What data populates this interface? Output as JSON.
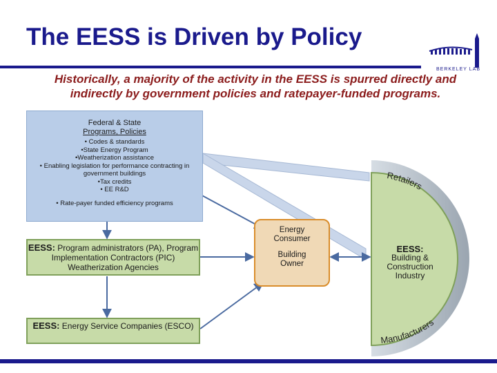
{
  "slide": {
    "title": "The EESS is Driven by Policy",
    "subtitle": "Historically,  a majority of the activity in the EESS is spurred directly and indirectly by government policies and ratepayer-funded programs.",
    "logo_text": "BERKELEY LAB"
  },
  "policy_box": {
    "heading_line1": "Federal & State",
    "heading_line2": "Programs, Policies",
    "items": [
      "• Codes & standards",
      "•State Energy Program",
      "•Weatherization assistance",
      "•  Enabling legislation for performance contracting in government buildings",
      "•Tax credits",
      "• EE R&D"
    ],
    "last_item": "• Rate-payer funded efficiency programs"
  },
  "pa_box": {
    "lead": "EESS:",
    "text": " Program administrators (PA), Program Implementation Contractors (PIC) Weatherization Agencies"
  },
  "esco_box": {
    "lead": "EESS:",
    "text": " Energy Service Companies (ESCO)"
  },
  "consumer_box": {
    "line1": "Energy",
    "line2": "Consumer",
    "line3": "Building",
    "line4": "Owner"
  },
  "industry": {
    "heading": "EESS:",
    "line1": "Building &",
    "line2": "Construction",
    "line3": "Industry",
    "arc_top": "Retailers",
    "arc_bottom": "Manufacturers"
  },
  "colors": {
    "title": "#1a1a8c",
    "subtitle": "#8b1c1c",
    "policy_fill": "#b9cde8",
    "eess_fill": "#c7dba8",
    "consumer_fill": "#f0d9b6",
    "consumer_border": "#d98c2a",
    "arrow": "#4a6aa0"
  }
}
